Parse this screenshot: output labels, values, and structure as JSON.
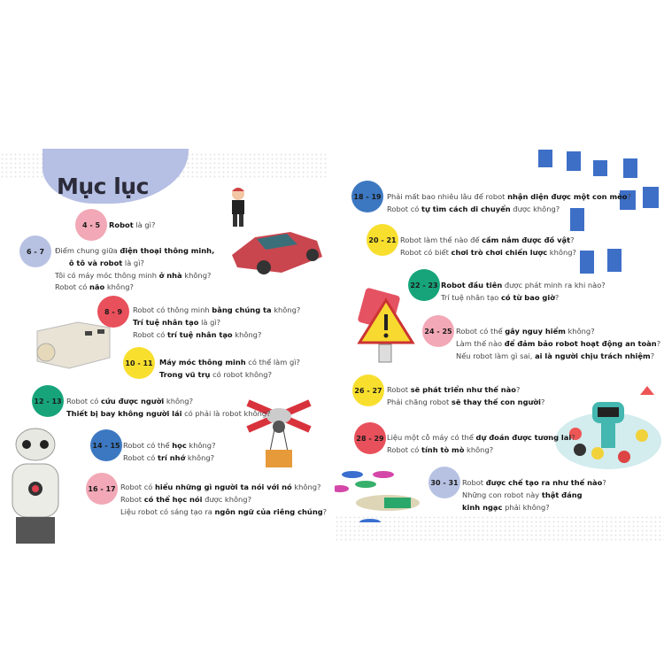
{
  "title": "Mục lục",
  "colors": {
    "pink": "#f2a8b6",
    "lavender": "#b7c2e3",
    "red": "#e8505b",
    "yellow": "#f8df2e",
    "green": "#17a47b",
    "blue": "#3c78c1"
  },
  "entries": [
    {
      "pages": "4 - 5",
      "color": "pink",
      "lines": [
        [
          {
            "t": "Robot",
            "b": true
          },
          {
            "t": " là gì?"
          }
        ]
      ]
    },
    {
      "pages": "6 - 7",
      "color": "lavender",
      "lines": [
        [
          {
            "t": "Điểm chung giữa "
          },
          {
            "t": "điện thoại thông minh,",
            "b": true
          }
        ],
        [
          {
            "t": "      "
          },
          {
            "t": "ô tô và robot",
            "b": true
          },
          {
            "t": " là gì?"
          }
        ],
        [
          {
            "t": "Tôi có máy móc thông minh "
          },
          {
            "t": "ở nhà",
            "b": true
          },
          {
            "t": " không?"
          }
        ],
        [
          {
            "t": "Robot có "
          },
          {
            "t": "não",
            "b": true
          },
          {
            "t": " không?"
          }
        ]
      ]
    },
    {
      "pages": "8 - 9",
      "color": "red",
      "lines": [
        [
          {
            "t": "Robot có thông minh "
          },
          {
            "t": "bằng chúng ta",
            "b": true
          },
          {
            "t": " không?"
          }
        ],
        [
          {
            "t": "Trí tuệ nhân tạo",
            "b": true
          },
          {
            "t": " là gì?"
          }
        ],
        [
          {
            "t": "Robot có "
          },
          {
            "t": "trí tuệ nhân tạo",
            "b": true
          },
          {
            "t": " không?"
          }
        ]
      ]
    },
    {
      "pages": "10 - 11",
      "color": "yellow",
      "lines": [
        [
          {
            "t": "Máy móc thông minh",
            "b": true
          },
          {
            "t": " có thể làm gì?"
          }
        ],
        [
          {
            "t": "Trong vũ trụ",
            "b": true
          },
          {
            "t": " có robot không?"
          }
        ]
      ]
    },
    {
      "pages": "12 - 13",
      "color": "green",
      "lines": [
        [
          {
            "t": "Robot có "
          },
          {
            "t": "cứu được người",
            "b": true
          },
          {
            "t": " không?"
          }
        ],
        [
          {
            "t": "Thiết bị bay không người lái",
            "b": true
          },
          {
            "t": " có phải là robot không?"
          }
        ]
      ]
    },
    {
      "pages": "14 - 15",
      "color": "blue",
      "lines": [
        [
          {
            "t": "Robot có thể "
          },
          {
            "t": "học",
            "b": true
          },
          {
            "t": " không?"
          }
        ],
        [
          {
            "t": "Robot có "
          },
          {
            "t": "trí nhớ",
            "b": true
          },
          {
            "t": " không?"
          }
        ]
      ]
    },
    {
      "pages": "16 - 17",
      "color": "pink",
      "lines": [
        [
          {
            "t": "Robot có "
          },
          {
            "t": "hiểu những gì người ta nói với nó",
            "b": true
          },
          {
            "t": " không?"
          }
        ],
        [
          {
            "t": "Robot "
          },
          {
            "t": "có thể học nói",
            "b": true
          },
          {
            "t": " được không?"
          }
        ],
        [
          {
            "t": "Liệu robot có sáng tạo ra "
          },
          {
            "t": "ngôn ngữ của riêng chúng",
            "b": true
          },
          {
            "t": "?"
          }
        ]
      ]
    },
    {
      "pages": "18 - 19",
      "color": "blue",
      "lines": [
        [
          {
            "t": "Phải mất bao nhiêu lâu để robot "
          },
          {
            "t": "nhận diện được một con mèo",
            "b": true
          },
          {
            "t": "?"
          }
        ],
        [
          {
            "t": "Robot có "
          },
          {
            "t": "tự tìm cách di chuyển",
            "b": true
          },
          {
            "t": " được không?"
          }
        ]
      ]
    },
    {
      "pages": "20 - 21",
      "color": "yellow",
      "lines": [
        [
          {
            "t": "Robot làm thế nào để "
          },
          {
            "t": "cầm nắm được đồ vật",
            "b": true
          },
          {
            "t": "?"
          }
        ],
        [
          {
            "t": "Robot có biết "
          },
          {
            "t": "chơi trò chơi chiến lược",
            "b": true
          },
          {
            "t": " không?"
          }
        ]
      ]
    },
    {
      "pages": "22 - 23",
      "color": "green",
      "lines": [
        [
          {
            "t": "Robot đầu tiên",
            "b": true
          },
          {
            "t": " được phát minh ra khi nào?"
          }
        ],
        [
          {
            "t": "Trí tuệ nhân tạo "
          },
          {
            "t": "có từ bao giờ",
            "b": true
          },
          {
            "t": "?"
          }
        ]
      ]
    },
    {
      "pages": "24 - 25",
      "color": "pink",
      "lines": [
        [
          {
            "t": "Robot có thể "
          },
          {
            "t": "gây nguy hiểm",
            "b": true
          },
          {
            "t": " không?"
          }
        ],
        [
          {
            "t": "Làm thế nào "
          },
          {
            "t": "để đảm bảo robot hoạt động an toàn",
            "b": true
          },
          {
            "t": "?"
          }
        ],
        [
          {
            "t": "Nếu robot làm gì sai, "
          },
          {
            "t": "ai là người chịu trách nhiệm",
            "b": true
          },
          {
            "t": "?"
          }
        ]
      ]
    },
    {
      "pages": "26 - 27",
      "color": "yellow",
      "lines": [
        [
          {
            "t": "Robot "
          },
          {
            "t": "sẽ phát triển như thế nào",
            "b": true
          },
          {
            "t": "?"
          }
        ],
        [
          {
            "t": "Phải chăng robot "
          },
          {
            "t": "sẽ thay thế con người",
            "b": true
          },
          {
            "t": "?"
          }
        ]
      ]
    },
    {
      "pages": "28 - 29",
      "color": "red",
      "lines": [
        [
          {
            "t": "Liệu một cỗ máy có thể "
          },
          {
            "t": "dự đoán được tương lai",
            "b": true
          },
          {
            "t": "?"
          }
        ],
        [
          {
            "t": "Robot có "
          },
          {
            "t": "tính tò mò",
            "b": true
          },
          {
            "t": " không?"
          }
        ]
      ]
    },
    {
      "pages": "30 - 31",
      "color": "lavender",
      "lines": [
        [
          {
            "t": "Robot "
          },
          {
            "t": "được chế tạo ra như thế nào",
            "b": true
          },
          {
            "t": "?"
          }
        ],
        [
          {
            "t": "Những con robot này "
          },
          {
            "t": "thật đáng",
            "b": true
          }
        ],
        [
          {
            "t": "kinh ngạc",
            "b": true
          },
          {
            "t": " phải không?"
          }
        ]
      ]
    }
  ]
}
